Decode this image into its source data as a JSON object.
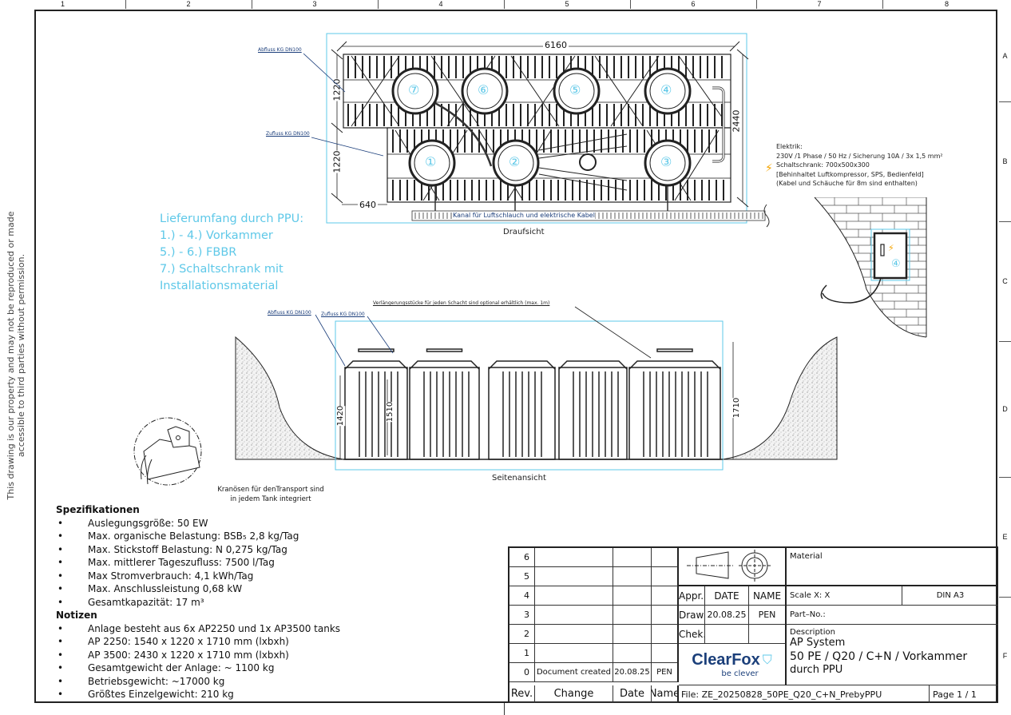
{
  "zones": {
    "columns": [
      "1",
      "2",
      "3",
      "4",
      "5",
      "6",
      "7",
      "8"
    ],
    "rows": [
      "A",
      "B",
      "C",
      "D",
      "E",
      "F"
    ]
  },
  "notice": "This drawing is our property and may not be reproduced or made accessible to third parties without permission.",
  "top_view": {
    "caption": "Draufsicht",
    "dim_length": "6160",
    "dim_width": "2440",
    "dim_row1": "1220",
    "dim_row2": "1220",
    "dim_offset": "640",
    "outflow_label": "Abfluss KG DN100",
    "inflow_label": "Zufluss KG DN100",
    "channel_label": "Kanal für Luftschlauch und elektrische Kabel",
    "tanks": [
      "⑦",
      "⑥",
      "⑤",
      "④",
      "①",
      "②",
      "③"
    ]
  },
  "supply_scope": {
    "title": "Lieferumfang durch PPU:",
    "items": [
      "1.) - 4.) Vorkammer",
      "5.) - 6.) FBBR",
      "7.) Schaltschrank mit",
      "Installationsmaterial"
    ]
  },
  "electrical": {
    "lines": [
      "Elektrik:",
      "230V /1 Phase / 50 Hz / Sicherung 10A / 3x 1,5 mm²",
      "Schaltschrank: 700x500x300",
      "[Behinhaltet Luftkompressor, SPS, Bedienfeld]",
      "(Kabel und Schäuche für 8m sind enthalten)"
    ],
    "cabinet_number": "④"
  },
  "side_view": {
    "caption": "Seitenansicht",
    "outflow_label": "Abfluss KG DN100",
    "inflow_label": "Zufluss KG DN100",
    "extension_note": "Verlängerungsstücke für jeden Schacht sind optional erhältlich (max. 1m)",
    "dim_1420": "1420",
    "dim_1510": "1510",
    "dim_1710": "1710"
  },
  "detail": {
    "caption_line1": "Kranösen für denTransport sind",
    "caption_line2": "in jedem Tank integriert"
  },
  "specs": {
    "title": "Spezifikationen",
    "items": [
      "Auslegungsgröße: 50 EW",
      "Max. organische Belastung: BSB₅ 2,8 kg/Tag",
      "Max. Stickstoff Belastung: N 0,275 kg/Tag",
      "Max. mittlerer Tageszufluss: 7500 l/Tag",
      "Max Stromverbrauch: 4,1 kWh/Tag",
      "Max. Anschlussleistung 0,68 kW",
      "Gesamtkapazität: 17 m³"
    ]
  },
  "notes": {
    "title": "Notizen",
    "items": [
      "Anlage besteht aus 6x AP2250 und 1x AP3500 tanks",
      "AP 2250: 1540 x 1220 x 1710 mm (lxbxh)",
      "AP 3500: 2430 x 1220 x 1710 mm (lxbxh)",
      "Gesamtgewicht der Anlage: ~ 1100 kg",
      "Betriebsgewicht: ~17000 kg",
      "Größtes Einzelgewicht: 210 kg"
    ]
  },
  "title_block": {
    "revisions": [
      {
        "rev": "6",
        "change": "",
        "date": "",
        "name": ""
      },
      {
        "rev": "5",
        "change": "",
        "date": "",
        "name": ""
      },
      {
        "rev": "4",
        "change": "",
        "date": "",
        "name": ""
      },
      {
        "rev": "3",
        "change": "",
        "date": "",
        "name": ""
      },
      {
        "rev": "2",
        "change": "",
        "date": "",
        "name": ""
      },
      {
        "rev": "1",
        "change": "",
        "date": "",
        "name": ""
      },
      {
        "rev": "0",
        "change": "Document created",
        "date": "20.08.25",
        "name": "PEN"
      }
    ],
    "header": {
      "rev": "Rev.",
      "change": "Change",
      "date": "Date",
      "name": "Name"
    },
    "appr_label": "Appr.",
    "date_label": "DATE",
    "name_label": "NAME",
    "draw_label": "Draw",
    "draw_date": "20.08.25",
    "draw_name": "PEN",
    "check_label": "Chek.",
    "material_label": "Material",
    "scale": "Scale  X: X",
    "format": "DIN  A3",
    "part_no": "Part–No.:",
    "description_label": "Description",
    "description_line1": "AP System",
    "description_line2": "50 PE / Q20 / C+N / Vorkammer",
    "description_line3": "durch PPU",
    "file": "File:  ZE_20250828_50PE_Q20_C+N_PrebyPPU",
    "page": "Page  1  /  1",
    "logo_name": "ClearFox",
    "logo_tagline": "be clever",
    "brand_color": "#1b3f7a",
    "logo_accent": "#5ec8e8"
  }
}
